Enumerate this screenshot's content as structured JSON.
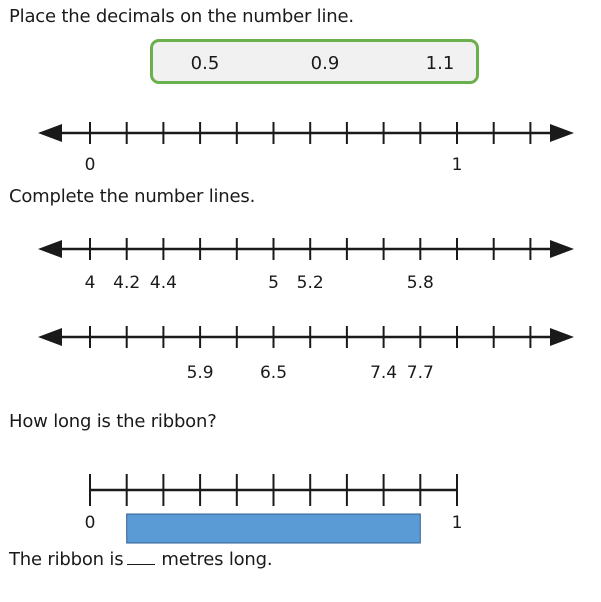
{
  "section1": {
    "instruction": "Place the decimals on the number line.",
    "decimals": [
      "0.5",
      "0.9",
      "1.1"
    ],
    "line": {
      "tick_labels": [
        {
          "tick": 0,
          "text": "0"
        },
        {
          "tick": 10,
          "text": "1"
        }
      ]
    }
  },
  "section2": {
    "instruction": "Complete the number lines.",
    "line_a": {
      "tick_labels": [
        {
          "tick": 0,
          "text": "4"
        },
        {
          "tick": 1,
          "text": "4.2"
        },
        {
          "tick": 2,
          "text": "4.4"
        },
        {
          "tick": 5,
          "text": "5"
        },
        {
          "tick": 6,
          "text": "5.2"
        },
        {
          "tick": 9,
          "text": "5.8"
        }
      ]
    },
    "line_b": {
      "tick_labels": [
        {
          "tick": 3,
          "text": "5.9"
        },
        {
          "tick": 5,
          "text": "6.5"
        },
        {
          "tick": 8,
          "text": "7.4"
        },
        {
          "tick": 9,
          "text": "7.7"
        }
      ]
    }
  },
  "section3": {
    "instruction": "How long is the ribbon?",
    "ruler": {
      "tick_labels": [
        {
          "tick": 0,
          "text": "0"
        },
        {
          "tick": 10,
          "text": "1"
        }
      ]
    },
    "ribbon": {
      "start": 0.1,
      "end": 0.9,
      "color": "#5b9bd5",
      "border_color": "#2f5f8f"
    },
    "answer_prefix": "The ribbon is",
    "answer_suffix": "metres long."
  },
  "colors": {
    "box_border": "#6ab04c",
    "box_fill": "#f1f1f1",
    "ink": "#1a1a1a"
  }
}
